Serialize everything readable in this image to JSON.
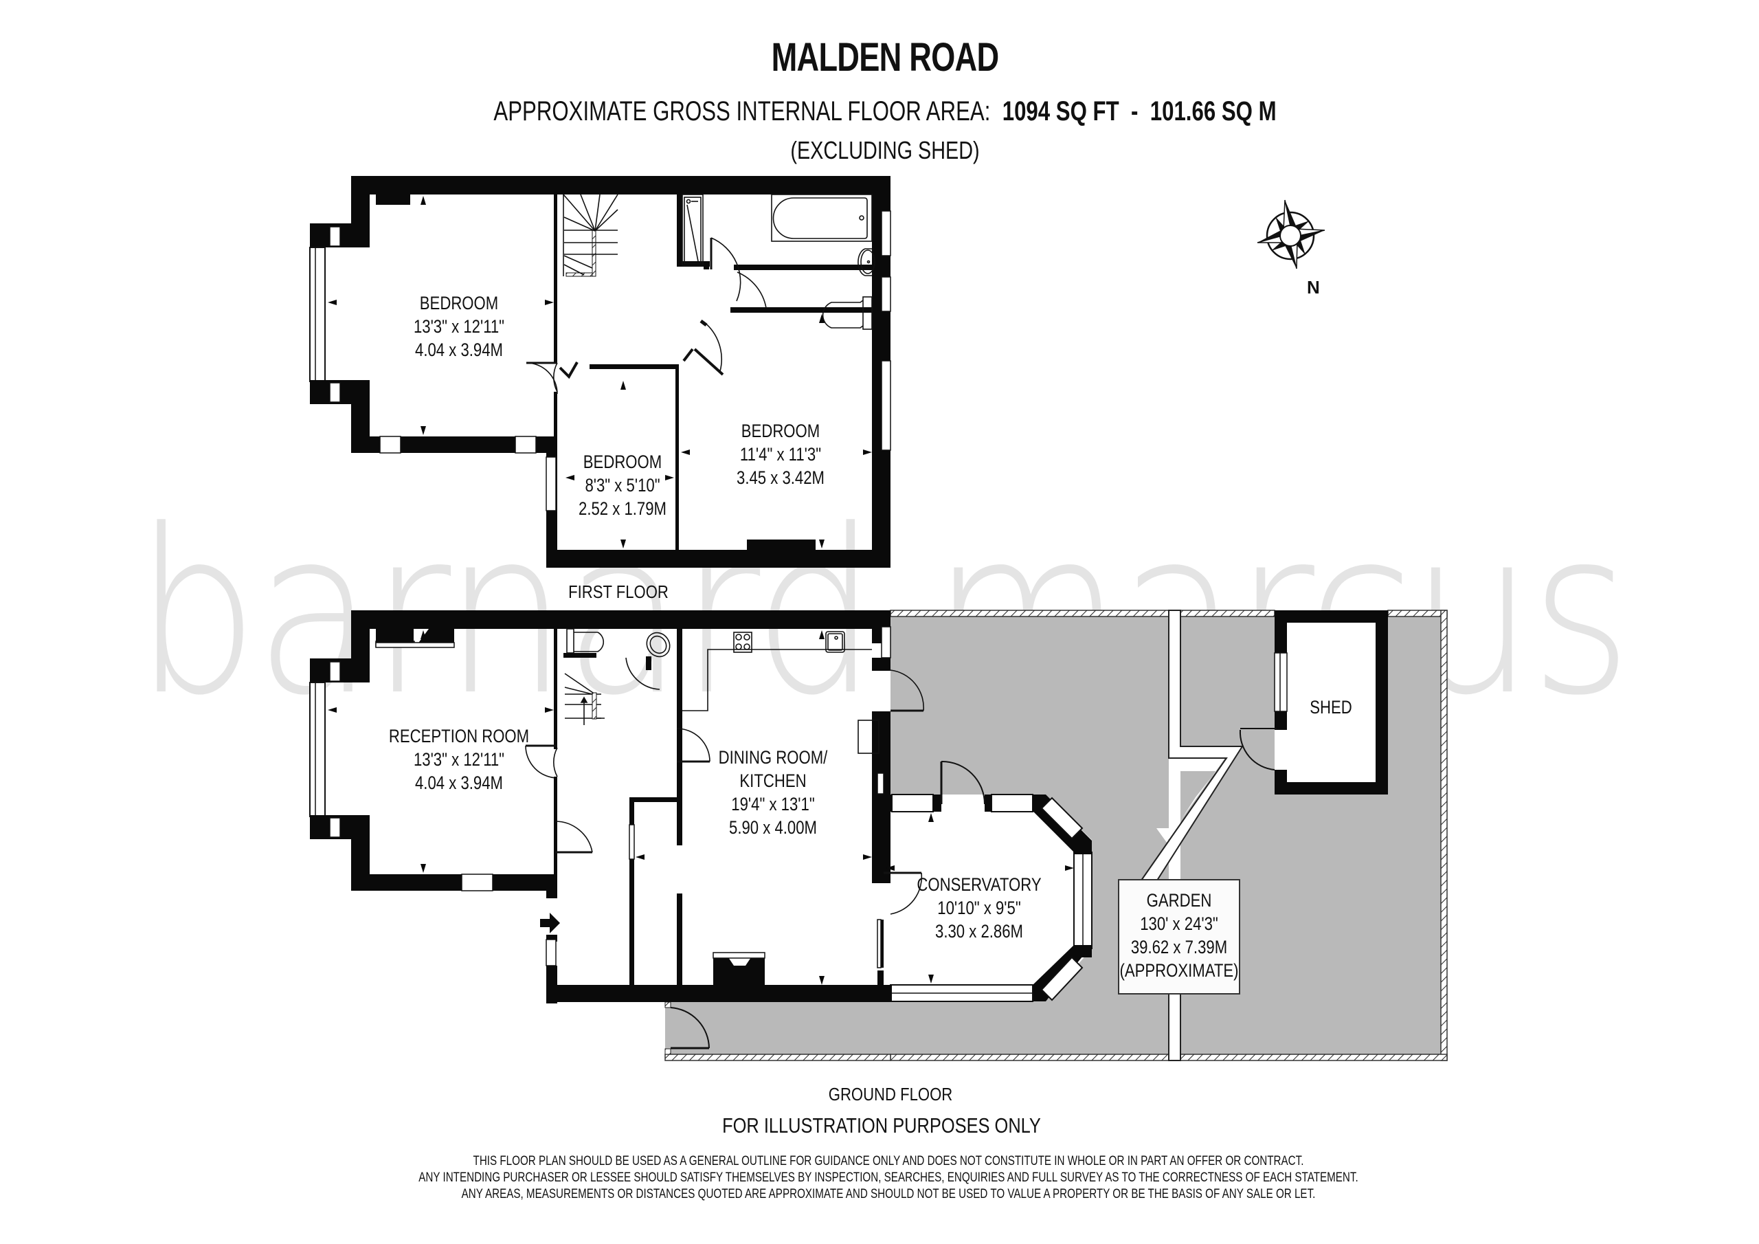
{
  "header": {
    "title": "MALDEN ROAD",
    "area_label": "APPROXIMATE GROSS INTERNAL FLOOR AREA:",
    "area_sqft": "1094 SQ FT",
    "area_sep": "-",
    "area_sqm": "101.66 SQ M",
    "area_note": "(EXCLUDING SHED)"
  },
  "watermark": {
    "text": "barnard marcus",
    "color": "#e4e4e4"
  },
  "compass": {
    "icon": "compass-rose-icon",
    "direction_label": "N"
  },
  "first_floor": {
    "label": "FIRST FLOOR",
    "rooms": [
      {
        "name": "BEDROOM",
        "imperial": "13'3\" x 12'11\"",
        "metric": "4.04 x 3.94M"
      },
      {
        "name": "BEDROOM",
        "imperial": "8'3\" x 5'10\"",
        "metric": "2.52 x 1.79M"
      },
      {
        "name": "BEDROOM",
        "imperial": "11'4\" x 11'3\"",
        "metric": "3.45 x 3.42M"
      }
    ],
    "fixtures": [
      "staircase",
      "shower",
      "bath",
      "wash-basin",
      "wc"
    ]
  },
  "ground_floor": {
    "label": "GROUND FLOOR",
    "rooms": [
      {
        "name": "RECEPTION ROOM",
        "imperial": "13'3\" x 12'11\"",
        "metric": "4.04 x 3.94M"
      },
      {
        "name": "DINING ROOM/",
        "name2": "KITCHEN",
        "imperial": "19'4\" x 13'1\"",
        "metric": "5.90 x 4.00M"
      },
      {
        "name": "CONSERVATORY",
        "imperial": "10'10\" x 9'5\"",
        "metric": "3.30 x 2.86M"
      },
      {
        "name": "SHED"
      }
    ],
    "garden": {
      "name": "GARDEN",
      "imperial": "130' x 24'3\"",
      "metric": "39.62 x 7.39M",
      "note": "(APPROXIMATE)"
    },
    "fixtures": [
      "wc",
      "wash-basin",
      "hob",
      "sink",
      "staircase",
      "fireplace",
      "entrance-arrow"
    ]
  },
  "footer": {
    "illustration": "FOR ILLUSTRATION PURPOSES ONLY",
    "disclaimer": [
      "THIS FLOOR PLAN SHOULD BE USED AS A GENERAL OUTLINE FOR GUIDANCE ONLY AND DOES NOT CONSTITUTE IN WHOLE OR IN PART AN OFFER OR CONTRACT.",
      "ANY INTENDING PURCHASER OR LESSEE SHOULD SATISFY THEMSELVES BY INSPECTION, SEARCHES, ENQUIRIES AND FULL SURVEY AS TO THE CORRECTNESS OF EACH STATEMENT.",
      "ANY AREAS, MEASUREMENTS OR DISTANCES QUOTED ARE APPROXIMATE AND SHOULD NOT BE USED TO VALUE A PROPERTY OR BE THE BASIS OF ANY SALE OR LET."
    ]
  },
  "colors": {
    "wall": "#0a0a0a",
    "garden": "#b9b9b9",
    "watermark": "#e4e4e4",
    "background": "#ffffff"
  }
}
